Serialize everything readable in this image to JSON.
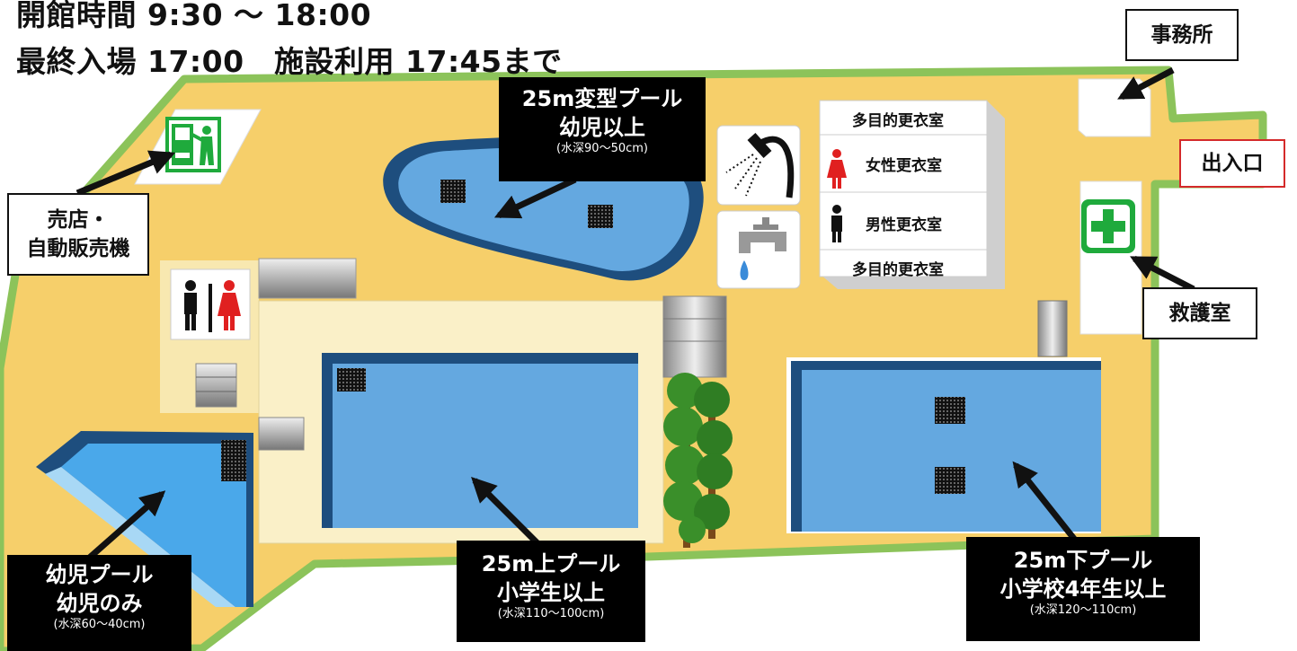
{
  "hours": {
    "line1": "開館時間 9:30 ～ 18:00",
    "line2": "最終入場 17:00　施設利用 17:45まで"
  },
  "labels": {
    "office": "事務所",
    "entrance": "出入口",
    "shop_line1": "売店・",
    "shop_line2": "自動販売機",
    "first_aid": "救護室"
  },
  "changing_rooms": {
    "multi_top": "多目的更衣室",
    "women": "女性更衣室",
    "men": "男性更衣室",
    "multi_bottom": "多目的更衣室"
  },
  "pools": {
    "variant": {
      "name": "25m変型プール",
      "target": "幼児以上",
      "depth": "(水深90～50cm)"
    },
    "toddler": {
      "name": "幼児プール",
      "target": "幼児のみ",
      "depth": "(水深60～40cm)"
    },
    "upper": {
      "name": "25m上プール",
      "target": "小学生以上",
      "depth": "(水深110～100cm)"
    },
    "lower": {
      "name": "25m下プール",
      "target": "小学校4年生以上",
      "depth": "(水深120～110cm)"
    }
  },
  "colors": {
    "ground": "#F6CF6A",
    "grass_border": "#8CC35A",
    "pool_water": "#64A8E0",
    "toddler_water": "#4AA8EA",
    "pool_edge": "#1E4E7E",
    "first_aid_green": "#1FAA3C",
    "entrance_border": "#D42A2A"
  },
  "icons": [
    "vending-machine-icon",
    "restroom-icon",
    "shower-icon",
    "faucet-icon",
    "first-aid-icon",
    "woman-icon",
    "man-icon",
    "drain-grate-icon",
    "tree-icon",
    "arrow-icon"
  ]
}
